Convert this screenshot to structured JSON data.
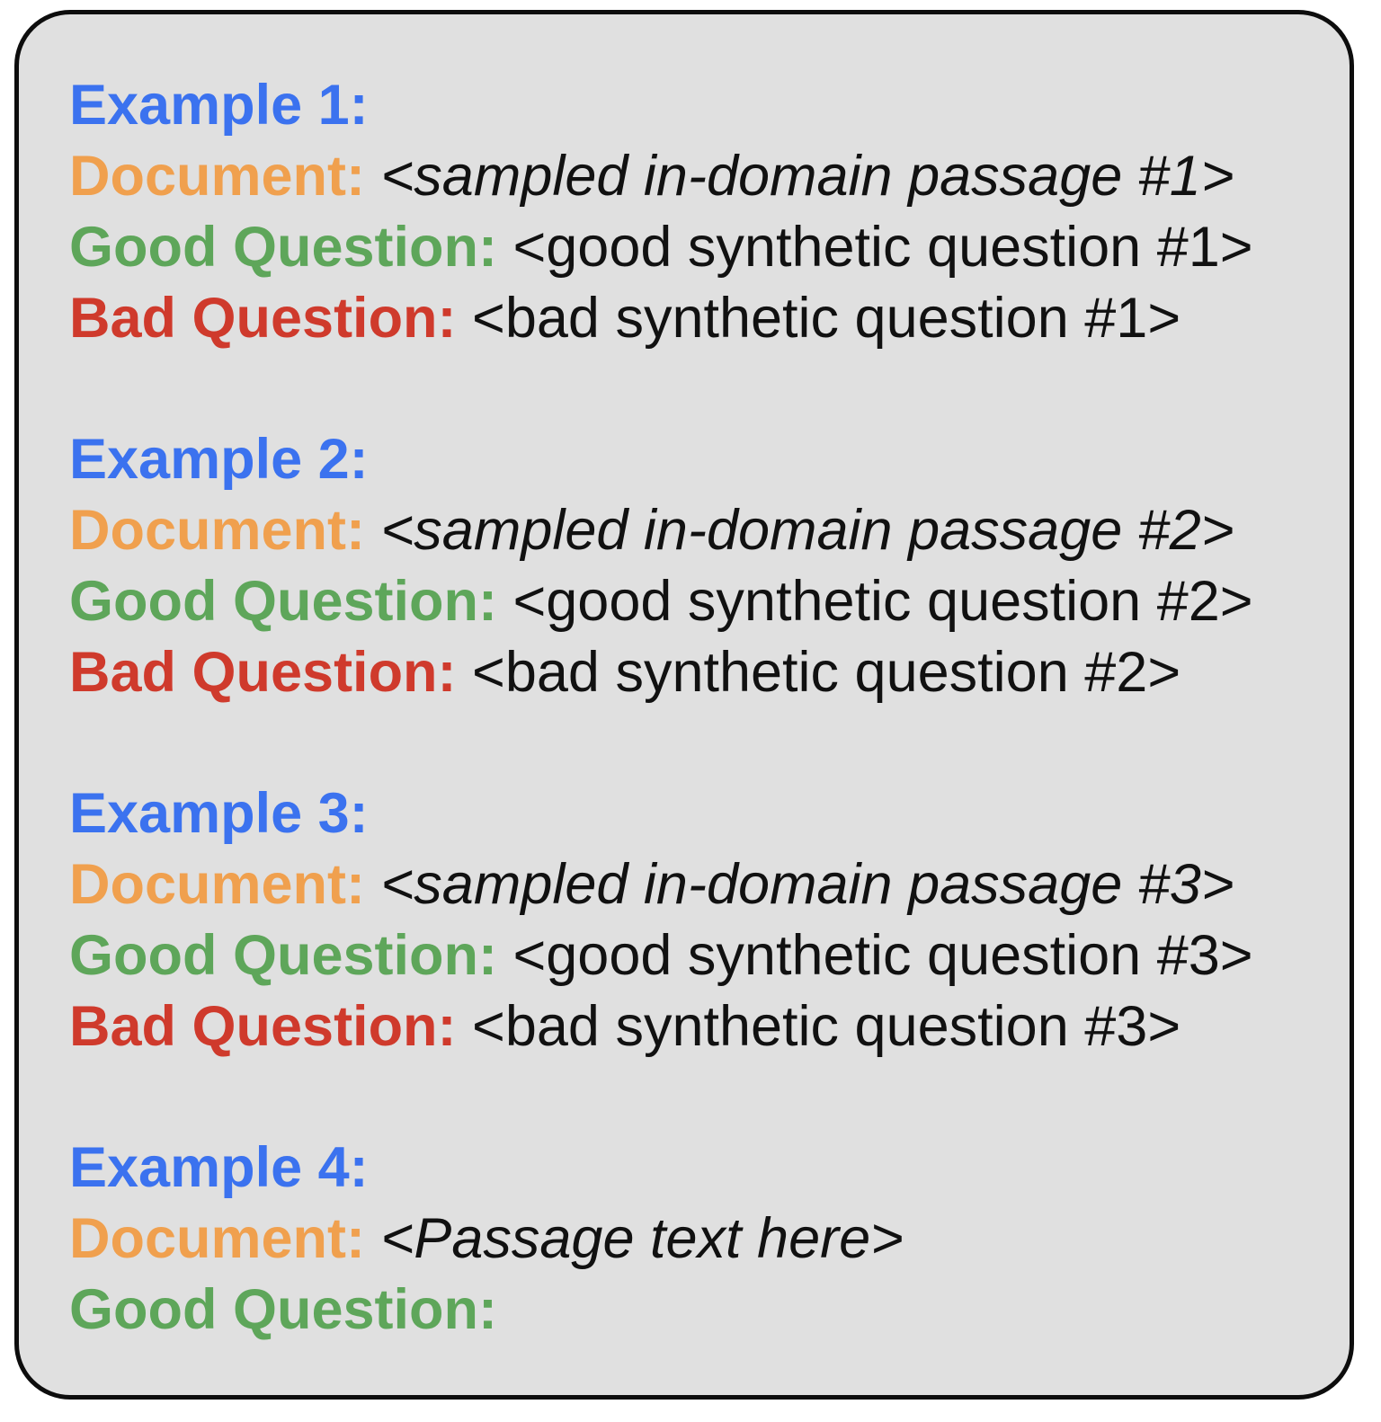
{
  "examples": [
    {
      "heading": "Example 1:",
      "document_label": "Document:",
      "document_text": "<sampled in-domain passage #1>",
      "good_label": "Good Question:",
      "good_text": "<good synthetic question #1>",
      "bad_label": "Bad Question:",
      "bad_text": "<bad synthetic question #1>"
    },
    {
      "heading": "Example 2:",
      "document_label": "Document:",
      "document_text": "<sampled in-domain passage #2>",
      "good_label": "Good Question:",
      "good_text": "<good synthetic question #2>",
      "bad_label": "Bad Question:",
      "bad_text": "<bad synthetic question #2>"
    },
    {
      "heading": "Example 3:",
      "document_label": "Document:",
      "document_text": "<sampled in-domain passage #3>",
      "good_label": "Good Question:",
      "good_text": "<good synthetic question #3>",
      "bad_label": "Bad Question:",
      "bad_text": "<bad synthetic question #3>"
    },
    {
      "heading": "Example 4:",
      "document_label": "Document:",
      "document_text": "<Passage text here>",
      "good_label": "Good Question:"
    }
  ],
  "colors": {
    "heading": "#3b72ef",
    "document_label": "#f0a04e",
    "good_label": "#5ea65a",
    "bad_label": "#cf3a2c",
    "body_text": "#111111",
    "card_background": "#e0e0e0",
    "card_border": "#0d0d0d"
  }
}
